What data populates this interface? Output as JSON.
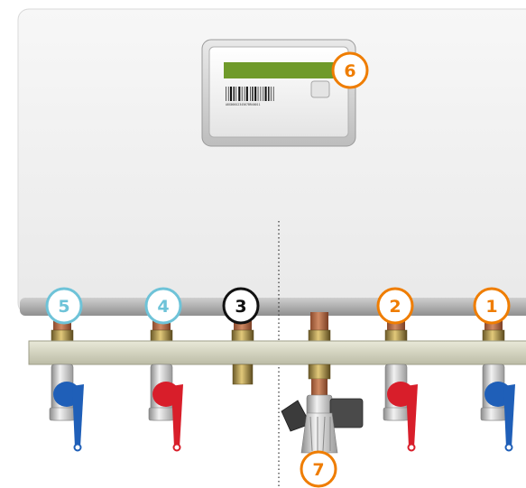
{
  "display": {
    "barcode_text": "A8G0001234567BR40011"
  },
  "callouts": [
    {
      "number": "1",
      "color": "#ef7d00"
    },
    {
      "number": "2",
      "color": "#ef7d00"
    },
    {
      "number": "3",
      "color": "#111111"
    },
    {
      "number": "4",
      "color": "#6ec3d8"
    },
    {
      "number": "5",
      "color": "#6ec3d8"
    },
    {
      "number": "6",
      "color": "#ef7d00"
    },
    {
      "number": "7",
      "color": "#ef7d00"
    }
  ],
  "valves": [
    {
      "handle_color": "#1f5fb8",
      "handle_name": "blue-valve-handle"
    },
    {
      "handle_color": "#d81e2a",
      "handle_name": "red-valve-handle"
    },
    {
      "handle_color": "#d81e2a",
      "handle_name": "red-valve-handle"
    },
    {
      "handle_color": "#1f5fb8",
      "handle_name": "blue-valve-handle"
    }
  ],
  "colors": {
    "boiler_body": "#f2f2f2",
    "display_screen": "#6f9a2a",
    "mounting_rail": "#d6d6c2",
    "copper": "#b86a45",
    "brass": "#c9a64a",
    "valve_body": "#c8c8c8"
  }
}
